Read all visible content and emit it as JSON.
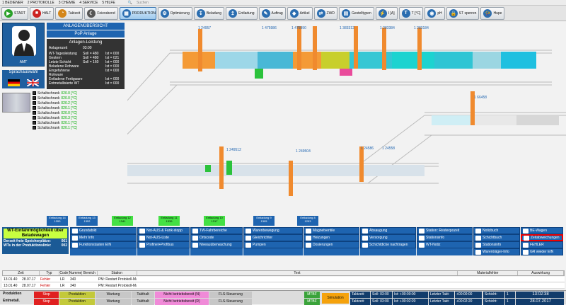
{
  "menu": [
    "1 BEDIENER",
    "2 PROTOKOLLE",
    "3 CHEMIE",
    "4 SERVICE",
    "5 HILFE"
  ],
  "search_placeholder": "Suchen",
  "toolbar": [
    "START",
    "HALT",
    "Taktzeit",
    "Feierabend",
    "PRODUKTION",
    "Optimierung",
    "Beladung",
    "Entladung",
    "Auftrag",
    "Artikel",
    "ZWD",
    "Gestelltypen",
    "I [A]",
    "T [°C]",
    "pH",
    "ST sperren",
    "Hupe"
  ],
  "colors": {
    "start": "#2aa12a",
    "halt": "#cc2222",
    "blue": "#1e64b0",
    "green": "#44e044",
    "bad": "#e02020"
  },
  "amt": {
    "label": "AMT"
  },
  "sprachauswahl": "Sprachauswahl",
  "uebersicht": "ANLAGENÜBERSICHT",
  "popanlage": "PoP Anlage",
  "leistung": {
    "title": "Anlagen-Leistung",
    "anlagenzeit_label": "Anlagenzeit",
    "anlagenzeit": "03:00",
    "rows": [
      {
        "l": "WT-Tagesleistung",
        "s": "Soll = 480",
        "i": "Ist = 000"
      },
      {
        "l": "Gestern",
        "s": "Soll = 480",
        "i": "Ist = 021"
      },
      {
        "l": "Letzte Schicht",
        "s": "Soll = 160",
        "i": "Ist = 000"
      },
      {
        "l": "Beladene Rohware",
        "s": "",
        "i": "Ist = 000"
      },
      {
        "l": "Eingefahrene Rohware",
        "s": "",
        "i": "Ist = 000"
      },
      {
        "l": "Entladene Fertigware",
        "s": "",
        "i": "Ist = 000"
      },
      {
        "l": "Entmetallisierte WT",
        "s": "",
        "i": "Ist = 000"
      }
    ]
  },
  "schrank": [
    {
      "l": "Schaltschrank",
      "v": "020.0 [°C]"
    },
    {
      "l": "Schaltschrank",
      "v": "020.0 [°C]"
    },
    {
      "l": "Schaltschrank",
      "v": "020.2 [°C]"
    },
    {
      "l": "Schaltschrank",
      "v": "020.1 [°C]"
    },
    {
      "l": "Schaltschrank",
      "v": "020.0 [°C]"
    },
    {
      "l": "Schaltschrank",
      "v": "020.3 [°C]"
    },
    {
      "l": "Schaltschrank",
      "v": "020.1 [°C]"
    },
    {
      "l": "Schaltschrank",
      "v": "020.1 [°C]"
    }
  ],
  "plant_labels": [
    {
      "id": "Z1",
      "t": "1 24957"
    },
    {
      "id": "Z2",
      "t": "1 475986"
    },
    {
      "id": "Z3",
      "t": "1 475990"
    },
    {
      "id": "Z4",
      "t": "1 383312"
    },
    {
      "id": "Z5",
      "t": "1 283384"
    },
    {
      "id": "Z6",
      "t": "1 283184"
    },
    {
      "id": "Z7",
      "t": "1 66458"
    },
    {
      "id": "Z8",
      "t": "1 249512"
    },
    {
      "id": "Z9",
      "t": "1 249504"
    },
    {
      "id": "Z10",
      "t": "1 24586"
    },
    {
      "id": "Z11",
      "t": "1 24558"
    }
  ],
  "stations": [
    {
      "n": "Entladung 14",
      "v": "1353"
    },
    {
      "n": "Entladung 13",
      "v": "1352"
    },
    {
      "n": "Entladung 12",
      "v": "1341"
    },
    {
      "n": "Entladung 11",
      "v": "1339"
    },
    {
      "n": "Entladung 10",
      "v": "1317"
    },
    {
      "n": "Entladung 9",
      "v": "1305"
    },
    {
      "n": "Entladung 8",
      "v": "1293"
    }
  ],
  "einfahr": {
    "title": "WT-Einfahrmöglichkeit über Beladewagen",
    "line1": "Derzeit freie Speicherplätze:",
    "val1": "061",
    "line2": "WTs in der Produktionslinie:",
    "val2": "002"
  },
  "grid": [
    [
      "Grundabild",
      "Not-AUS & Funk-stopp",
      "TW-Fahrbereiche",
      "Warenbewegung",
      "Magnetventile",
      "Absaugung",
      "Station: Restexpozeit",
      "Notizbuch",
      "BE-Wagen"
    ],
    [
      "Mehr Info",
      "Not-AUS-Liste",
      "Ortscode",
      "Gleichrichter",
      "Heizungen",
      "Versorgung",
      "Stationsinfo",
      "Schichtbuch",
      "Zeitabweichungen"
    ],
    [
      "Funktionstasten EIN",
      "Profinet+Profibus",
      "Niveauüberwachung",
      "Pumpen",
      "Dosierungen",
      "Schichtdicke nachtragen",
      "WT-Notiz",
      "Stationsinfo",
      "FEHLER"
    ],
    [
      "",
      "",
      "",
      "",
      "",
      "",
      "",
      "Warenträger-Info",
      "GR wieder EIN"
    ]
  ],
  "table": {
    "headers": [
      "Zeit",
      "Typ",
      "Code",
      "Numme",
      "Bereich",
      "Station",
      "Text",
      "Materialfehler",
      "Auswirkung"
    ],
    "rows": [
      [
        "13.01.40",
        "28.07.17",
        "Fehler",
        "LR",
        "340",
        "",
        "PM: Restart Protokoll-Manager: Protokoll-Datenbank ist geschlossen",
        "",
        ""
      ],
      [
        "13.01.40",
        "28.07.17",
        "Fehler",
        "LR",
        "340",
        "",
        "PM: Restart Protokoll-Manager: Protokoll-Datenbank ist erfolgreich geöffnet",
        "",
        ""
      ]
    ]
  },
  "status": {
    "produktion": "Produktion",
    "entmetall": "Entmetall.",
    "stop": "Stop",
    "prod": "Produktion",
    "wartung": "Wartung",
    "takthalt": "Takthalt",
    "nicht": "Nicht betriebsbereit (N)",
    "nicht2": "Nicht betriebsbereit (R)",
    "fls": "FLS-Steuerung",
    "mtbf": "MTBF",
    "simulation": "Simulation",
    "taktzeit": "Taktzeit:",
    "soll": "Soll: 03:00",
    "ist": "Ist: +00:00:00",
    "letzter": "Letzter Takt:",
    "letzter_v": "+00:00:00",
    "soll2": "Soll: 03:00",
    "ist2": "Ist: +00:02:20",
    "letzter_v2": "+00:02:20",
    "schicht": "Schicht:",
    "s1": "1",
    "s2": "1",
    "time": "13:02:38",
    "date": "28.07.2017"
  }
}
